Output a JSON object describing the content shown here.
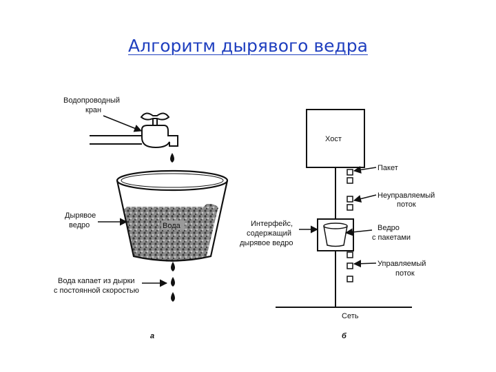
{
  "title": "Алгоритм дырявого ведра",
  "left": {
    "faucet_label_1": "Водопроводный",
    "faucet_label_2": "кран",
    "bucket_label_1": "Дырявое",
    "bucket_label_2": "ведро",
    "water_label": "Вода",
    "drip_label_1": "Вода капает из дырки",
    "drip_label_2": "с постоянной скоростью",
    "caption": "а"
  },
  "right": {
    "host_label": "Хост",
    "packet_label": "Пакет",
    "unregulated_label_1": "Неуправляемый",
    "unregulated_label_2": "поток",
    "interface_label_1": "Интерфейс,",
    "interface_label_2": "содержащий",
    "interface_label_3": "дырявое ведро",
    "bucket_label_1": "Ведро",
    "bucket_label_2": "с пакетами",
    "regulated_label_1": "Управляемый",
    "regulated_label_2": "поток",
    "network_label": "Сеть",
    "caption": "б"
  },
  "colors": {
    "title": "#1f3fbf",
    "ink": "#111111",
    "water": "#6e6e6e"
  }
}
